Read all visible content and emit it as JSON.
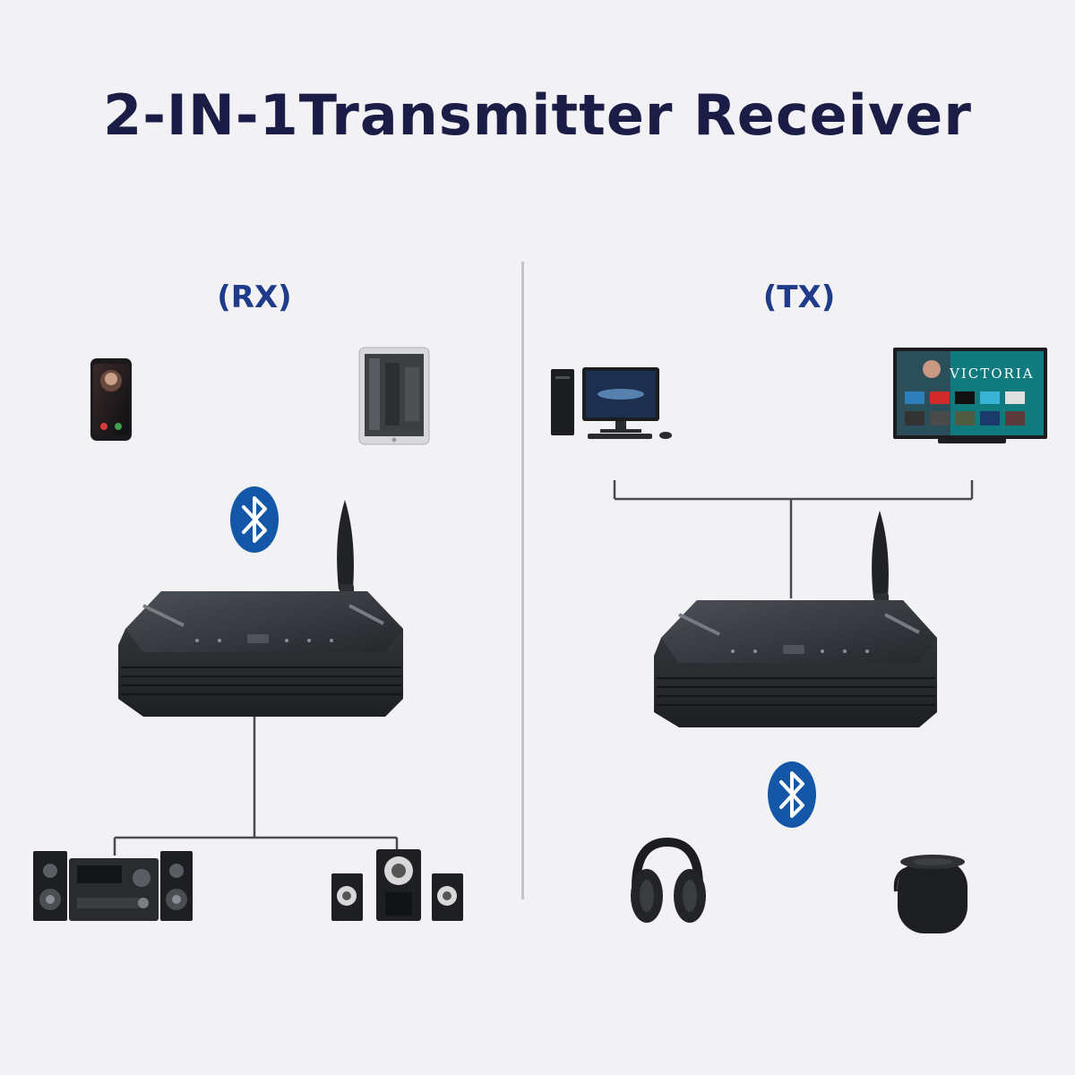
{
  "title": "2-IN-1Transmitter Receiver",
  "modes": {
    "rx": {
      "label": "(RX)"
    },
    "tx": {
      "label": "(TX)"
    }
  },
  "tv_brand": "VICTORIA",
  "icons": [
    "phone-icon",
    "tablet-icon",
    "bluetooth-icon",
    "desktop-computer-icon",
    "tv-icon",
    "headphones-icon",
    "bluetooth-speaker-icon",
    "stereo-system-icon",
    "speaker-set-icon"
  ],
  "colors": {
    "title": "#1b1d47",
    "mode_label": "#1f3b8a",
    "bluetooth": "#1457a8",
    "device_body": "#2a2c30"
  }
}
